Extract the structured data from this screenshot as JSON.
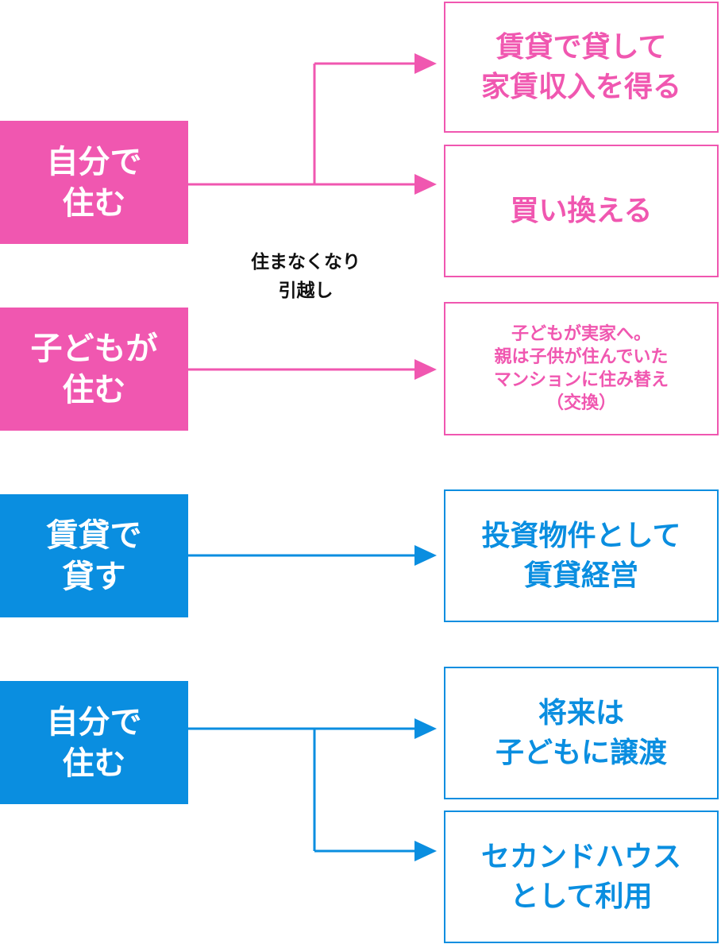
{
  "colors": {
    "pink": "#f057b0",
    "blue": "#0a8ee0"
  },
  "sources": [
    {
      "label": "自分で\n住む",
      "color": "pink"
    },
    {
      "label": "子どもが\n住む",
      "color": "pink"
    },
    {
      "label": "賃貸で\n貸す",
      "color": "blue"
    },
    {
      "label": "自分で\n住む",
      "color": "blue"
    }
  ],
  "targets": [
    {
      "label": "賃貸で貸して\n家賃収入を得る",
      "color": "pink"
    },
    {
      "label": "買い換える",
      "color": "pink"
    },
    {
      "label": "子どもが実家へ。\n親は子供が住んでいた\nマンションに住み替え\n（交換）",
      "color": "pink"
    },
    {
      "label": "投資物件として\n賃貸経営",
      "color": "blue"
    },
    {
      "label": "将来は\n子どもに譲渡",
      "color": "blue"
    },
    {
      "label": "セカンドハウス\nとして利用",
      "color": "blue"
    }
  ],
  "note": "住まなくなり\n引越し",
  "connections": [
    {
      "from": 0,
      "to": 0
    },
    {
      "from": 0,
      "to": 1
    },
    {
      "from": 1,
      "to": 2
    },
    {
      "from": 2,
      "to": 3
    },
    {
      "from": 3,
      "to": 4
    },
    {
      "from": 3,
      "to": 5
    }
  ]
}
